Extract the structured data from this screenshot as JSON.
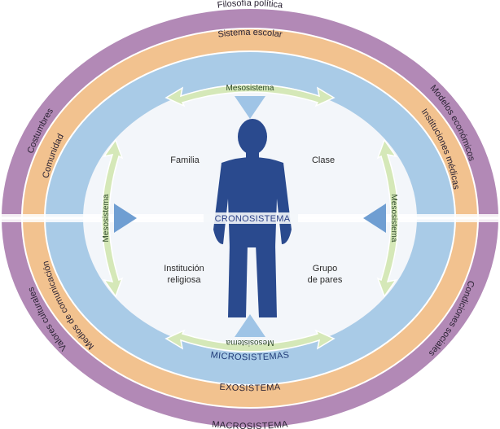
{
  "rings": {
    "outer": {
      "top": "Filosofía política",
      "left_upper": "Costumbres",
      "right_upper": "Modelos económicos",
      "left_lower": "Valores culturales",
      "right_lower": "Condiciones sociales",
      "bottom_label": "MACROSISTEMA"
    },
    "middle": {
      "top": "Sistema escolar",
      "left_upper": "Comunidad",
      "right_upper": "Instituciones médicas",
      "left_lower": "Medios de comunicación",
      "bottom_label": "EXOSISTEMA"
    },
    "inner": {
      "bottom_label": "MICROSISTEMAS",
      "center_label": "CRONOSISTEMA"
    }
  },
  "quadrants": {
    "top_left": "Familia",
    "top_right": "Clase",
    "bottom_left_line1": "Institución",
    "bottom_left_line2": "religiosa",
    "bottom_right_line1": "Grupo",
    "bottom_right_line2": "de pares"
  },
  "mesosystem": {
    "top": "Mesosistema",
    "left": "Mesosistema",
    "right": "Mesosistema",
    "bottom": "Mesosistema"
  },
  "colors": {
    "macro": "#b289b6",
    "exo": "#f2c28f",
    "micro": "#a9cbe7",
    "center": "#f3f6fa",
    "arrow": "#d5e8b8",
    "figure": "#2a4a8e"
  }
}
